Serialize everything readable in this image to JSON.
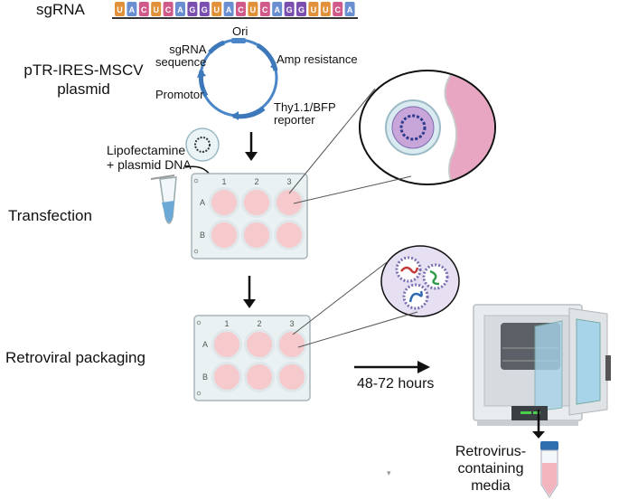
{
  "labels": {
    "sgrna": "sgRNA",
    "plasmid_title": "pTR-IRES-MSCV\nplasmid",
    "ori": "Ori",
    "sgrna_sequence": "sgRNA\nsequence",
    "amp_resistance": "Amp resistance",
    "promotor": "Promotor",
    "reporter": "Thy1.1/BFP\nreporter",
    "lipofectamine": "Lipofectamine\n+ plasmid DNA",
    "transfection": "Transfection",
    "retroviral_packaging": "Retroviral packaging",
    "duration": "48-72 hours",
    "media": "Retrovirus-\ncontaining\nmedia"
  },
  "sgrna_bases": [
    "U",
    "A",
    "C",
    "U",
    "C",
    "A",
    "G",
    "G",
    "U",
    "A",
    "C",
    "U",
    "C",
    "A",
    "G",
    "G",
    "U",
    "U",
    "C",
    "A"
  ],
  "base_colors": {
    "U": "#e0913a",
    "A": "#6a8fd0",
    "C": "#d05a8a",
    "G": "#7b4fb0"
  },
  "plate": {
    "columns": [
      "1",
      "2",
      "3"
    ],
    "rows": [
      "A",
      "B"
    ]
  },
  "colors": {
    "plasmid": "#4a86c8",
    "well_fill": "#f6c9cc",
    "plate": "#e9f1f3",
    "cell_membrane": "#e8a6c2",
    "virus": "#7a6fb0"
  }
}
